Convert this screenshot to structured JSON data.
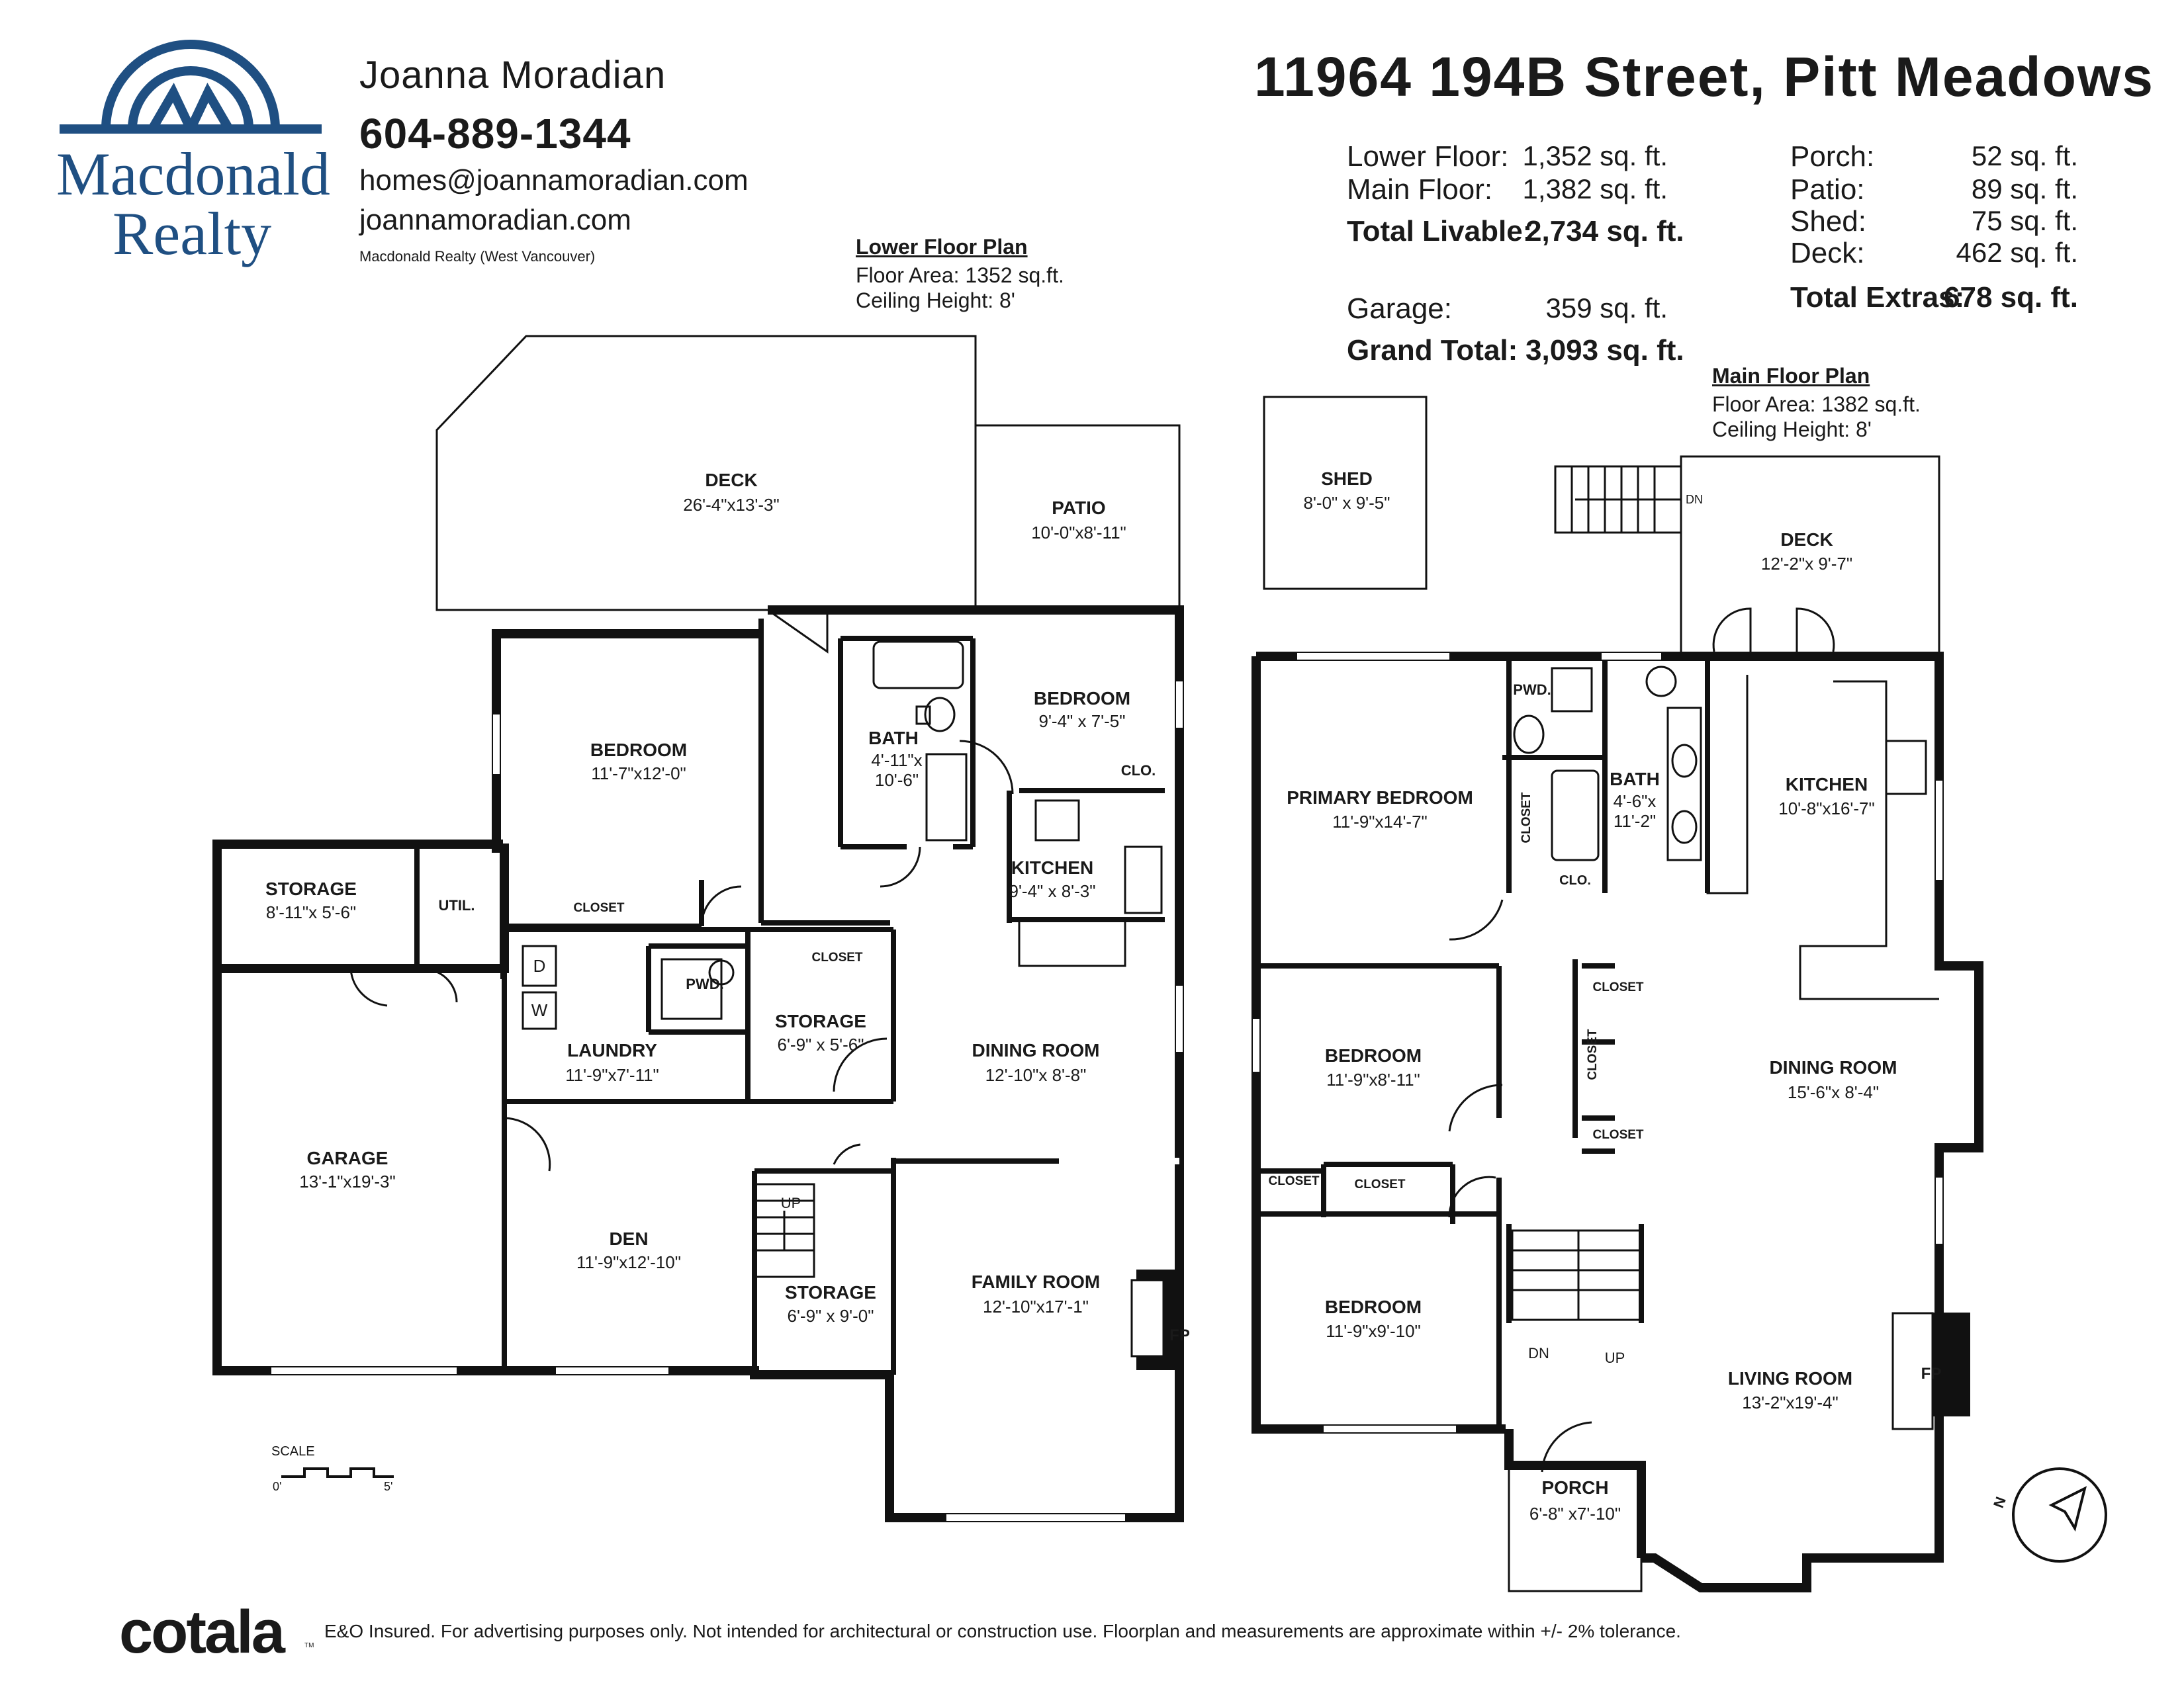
{
  "agent": {
    "name": "Joanna Moradian",
    "phone": "604-889-1344",
    "email": "homes@joannamoradian.com",
    "website": "joannamoradian.com",
    "brokerage": "Macdonald Realty (West Vancouver)"
  },
  "logo": {
    "line1": "Macdonald",
    "line2": "Realty",
    "brand_color": "#1f4f82"
  },
  "address": "11964 194B Street, Pitt Meadows",
  "areas": {
    "lower_floor_label": "Lower Floor:",
    "lower_floor_value": "1,352 sq. ft.",
    "main_floor_label": "Main Floor:",
    "main_floor_value": "1,382 sq. ft.",
    "total_livable_label": "Total Livable:",
    "total_livable_value": "2,734 sq. ft.",
    "garage_label": "Garage:",
    "garage_value": "359 sq. ft.",
    "grand_total_label": "Grand Total:",
    "grand_total_value": "3,093 sq. ft.",
    "porch_label": "Porch:",
    "porch_value": "52 sq. ft.",
    "patio_label": "Patio:",
    "patio_value": "89 sq. ft.",
    "shed_label": "Shed:",
    "shed_value": "75 sq. ft.",
    "deck_label": "Deck:",
    "deck_value": "462 sq. ft.",
    "total_extras_label": "Total Extras:",
    "total_extras_value": "678 sq. ft."
  },
  "lower_plan": {
    "title": "Lower Floor Plan",
    "floor_area": "Floor Area: 1352 sq.ft.",
    "ceiling": "Ceiling Height: 8'",
    "rooms": [
      {
        "name": "DECK",
        "dim": "26'-4\"x13'-3\""
      },
      {
        "name": "PATIO",
        "dim": "10'-0\"x8'-11\""
      },
      {
        "name": "BEDROOM",
        "dim": "11'-7\"x12'-0\""
      },
      {
        "name": "BATH",
        "dim": "4'-11\"x 10'-6\""
      },
      {
        "name": "BEDROOM",
        "dim": "9'-4\" x 7'-5\""
      },
      {
        "name": "KITCHEN",
        "dim": "9'-4\" x 8'-3\""
      },
      {
        "name": "STORAGE",
        "dim": "8'-11\"x 5'-6\""
      },
      {
        "name": "LAUNDRY",
        "dim": "11'-9\"x7'-11\""
      },
      {
        "name": "STORAGE",
        "dim": "6'-9\" x 5'-6\""
      },
      {
        "name": "DINING ROOM",
        "dim": "12'-10\"x 8'-8\""
      },
      {
        "name": "GARAGE",
        "dim": "13'-1\"x19'-3\""
      },
      {
        "name": "DEN",
        "dim": "11'-9\"x12'-10\""
      },
      {
        "name": "STORAGE",
        "dim": "6'-9\" x 9'-0\""
      },
      {
        "name": "FAMILY ROOM",
        "dim": "12'-10\"x17'-1\""
      }
    ],
    "labels": {
      "util": "UTIL.",
      "closet": "CLOSET",
      "closet2": "CLOSET",
      "pwd": "PWD.",
      "clo": "CLO.",
      "up": "UP",
      "fp": "FP",
      "d": "D",
      "w": "W"
    }
  },
  "main_plan": {
    "title": "Main Floor Plan",
    "floor_area": "Floor Area: 1382 sq.ft.",
    "ceiling": "Ceiling Height: 8'",
    "rooms": [
      {
        "name": "SHED",
        "dim": "8'-0\" x 9'-5\""
      },
      {
        "name": "DECK",
        "dim": "12'-2\"x 9'-7\""
      },
      {
        "name": "PRIMARY BEDROOM",
        "dim": "11'-9\"x14'-7\""
      },
      {
        "name": "BATH",
        "dim": "4'-6\"x 11'-2\""
      },
      {
        "name": "KITCHEN",
        "dim": "10'-8\"x16'-7\""
      },
      {
        "name": "BEDROOM",
        "dim": "11'-9\"x8'-11\""
      },
      {
        "name": "DINING ROOM",
        "dim": "15'-6\"x 8'-4\""
      },
      {
        "name": "BEDROOM",
        "dim": "11'-9\"x9'-10\""
      },
      {
        "name": "LIVING ROOM",
        "dim": "13'-2\"x19'-4\""
      },
      {
        "name": "PORCH",
        "dim": "6'-8\" x7'-10\""
      }
    ],
    "labels": {
      "pwd": "PWD.",
      "closet": "CLOSET",
      "clo": "CLO.",
      "closet_a": "CLOSET",
      "closet_b": "CLOSET",
      "closet_c": "CLOSET",
      "closet_d": "CLOSET",
      "closet_e": "CLOSET",
      "dn": "DN",
      "dn2": "DN",
      "up": "UP",
      "fp": "FP"
    }
  },
  "scale": {
    "label": "SCALE",
    "min": "0'",
    "max": "5'"
  },
  "compass": {
    "label": "N"
  },
  "footer": {
    "brand": "cotala",
    "tm": "TM",
    "disclaimer": "E&O Insured. For advertising purposes only. Not intended for architectural or construction use. Floorplan and measurements are approximate within +/- 2% tolerance."
  }
}
